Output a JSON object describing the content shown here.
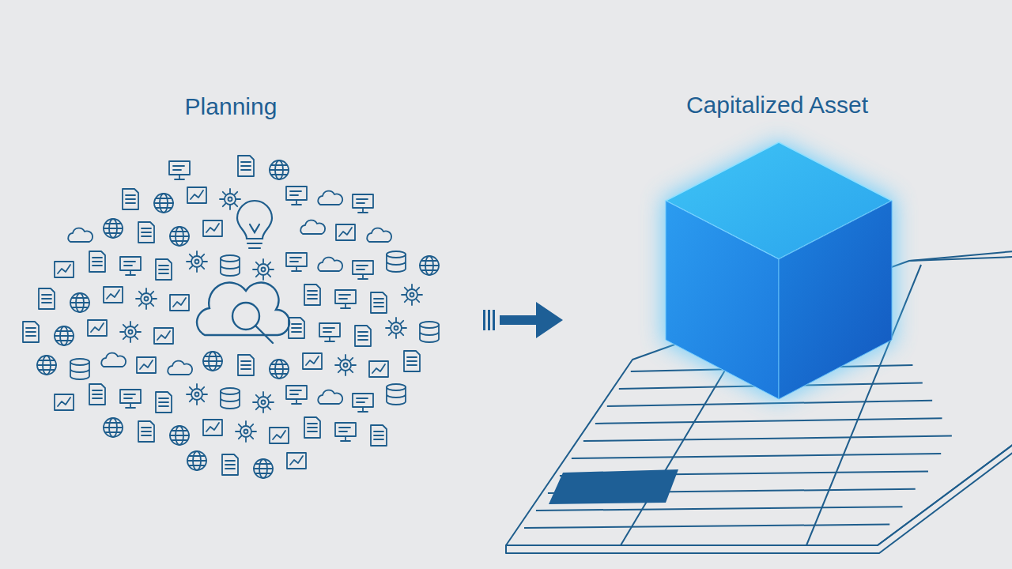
{
  "diagram": {
    "nodes": [
      {
        "text": [
          "Planning"
        ]
      },
      {
        "text": [
          "Capitalized Asset"
        ]
      }
    ],
    "edges": [
      {
        "from": 0,
        "to": 1,
        "arrow": "to"
      }
    ]
  }
}
